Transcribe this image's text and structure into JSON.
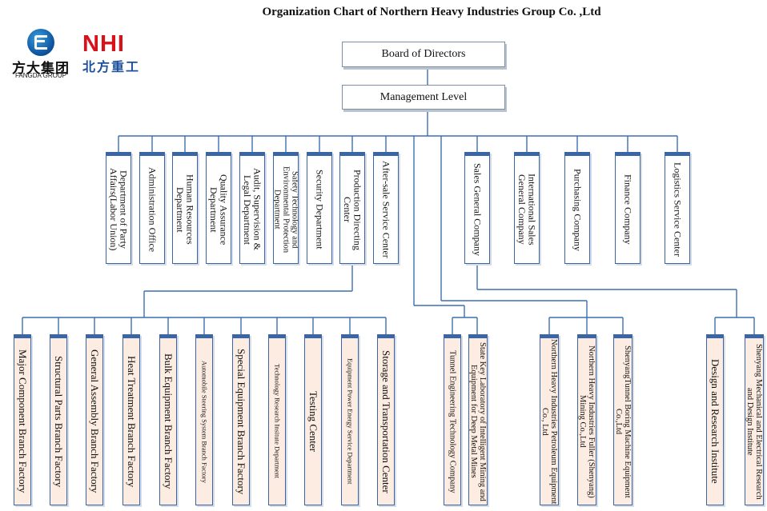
{
  "title": "Organization Chart of Northern Heavy Industries  Group Co. ,Ltd",
  "logos": {
    "fangda": {
      "cn": "方大集团",
      "en": "FANGDA GROUP"
    },
    "nhi": {
      "en": "NHI",
      "cn": "北方重工"
    }
  },
  "top": {
    "board": "Board of Directors",
    "management": "Management Level"
  },
  "departments": [
    "Department of Party\nAffairs(Labor Union)",
    "Administration Office",
    "Human Resources\nDepartment",
    "Quality Assurance\nDepartment",
    "Audit, Supervision &\nLegal Department",
    "Safety Technology and\nEnvironmental Protection\nDepartment",
    "Security Department",
    "Production Directing\nCenter",
    "After-sale Service Center"
  ],
  "companies": [
    "Sales General Company",
    "International Sales\nGeneral Company",
    "Purchasing Company",
    "Finance Company",
    "Logistics Service Center"
  ],
  "factories": [
    "Major Component Branch Factory",
    "Structural Parts Branch Factory",
    "General Assembly Branch Factory",
    "Heat Treatment Branch Factory",
    "Bulk Equipment Branch Factory",
    "Automobile Steering System Branch Factory",
    "Special Equipment Branch Factory",
    "Technology Research Insitute Department",
    "Testing Center",
    "Equipment Power Energy Service Department",
    "Storage and Transportation Center"
  ],
  "tunnel_group": [
    "Tunnel Engineering Technology Company",
    "State Key Laboratory of Intelligent Mining and\nEquipment for Deep Metal Mines"
  ],
  "sales_subs": [
    "Northern Heavy Industries Petroleum Equipment\nCo., Ltd",
    "Northern Heavy Industries Fuller (Shenyang)\nMining Co.,Ltd",
    "ShenyangTunnel Boring Machine Equipment\nCo.,Ltd"
  ],
  "institutes": [
    "Design and Research Institute",
    "Shenyang Mechanical and Electrical Research\nand Design Institute"
  ]
}
